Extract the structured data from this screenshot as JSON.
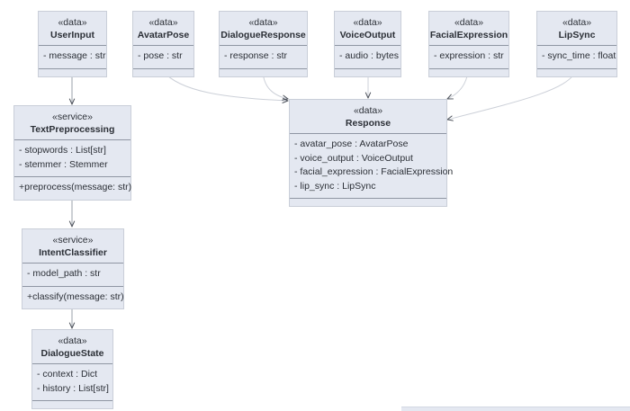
{
  "classes": {
    "user_input": {
      "stereotype": "«data»",
      "name": "UserInput",
      "attributes": [
        "- message : str"
      ],
      "methods": []
    },
    "avatar_pose": {
      "stereotype": "«data»",
      "name": "AvatarPose",
      "attributes": [
        "- pose : str"
      ],
      "methods": []
    },
    "dialogue_response": {
      "stereotype": "«data»",
      "name": "DialogueResponse",
      "attributes": [
        "- response : str"
      ],
      "methods": []
    },
    "voice_output": {
      "stereotype": "«data»",
      "name": "VoiceOutput",
      "attributes": [
        "- audio : bytes"
      ],
      "methods": []
    },
    "facial_expression": {
      "stereotype": "«data»",
      "name": "FacialExpression",
      "attributes": [
        "- expression : str"
      ],
      "methods": []
    },
    "lip_sync": {
      "stereotype": "«data»",
      "name": "LipSync",
      "attributes": [
        "- sync_time : float"
      ],
      "methods": []
    },
    "text_preprocessing": {
      "stereotype": "«service»",
      "name": "TextPreprocessing",
      "attributes": [
        "- stopwords : List[str]",
        "- stemmer : Stemmer"
      ],
      "methods": [
        "+preprocess(message: str)"
      ]
    },
    "response": {
      "stereotype": "«data»",
      "name": "Response",
      "attributes": [
        "- avatar_pose : AvatarPose",
        "- voice_output : VoiceOutput",
        "- facial_expression : FacialExpression",
        "- lip_sync : LipSync"
      ],
      "methods": []
    },
    "intent_classifier": {
      "stereotype": "«service»",
      "name": "IntentClassifier",
      "attributes": [
        "- model_path : str"
      ],
      "methods": [
        "+classify(message: str)"
      ]
    },
    "dialogue_state": {
      "stereotype": "«data»",
      "name": "DialogueState",
      "attributes": [
        "- context : Dict",
        "- history : List[str]"
      ],
      "methods": []
    }
  },
  "colors": {
    "box_fill": "#e4e8f1",
    "box_border": "#c9ced8",
    "divider": "#8f96a3",
    "edge": "#9aa0aa",
    "edge_faint": "#ccd0d8"
  }
}
